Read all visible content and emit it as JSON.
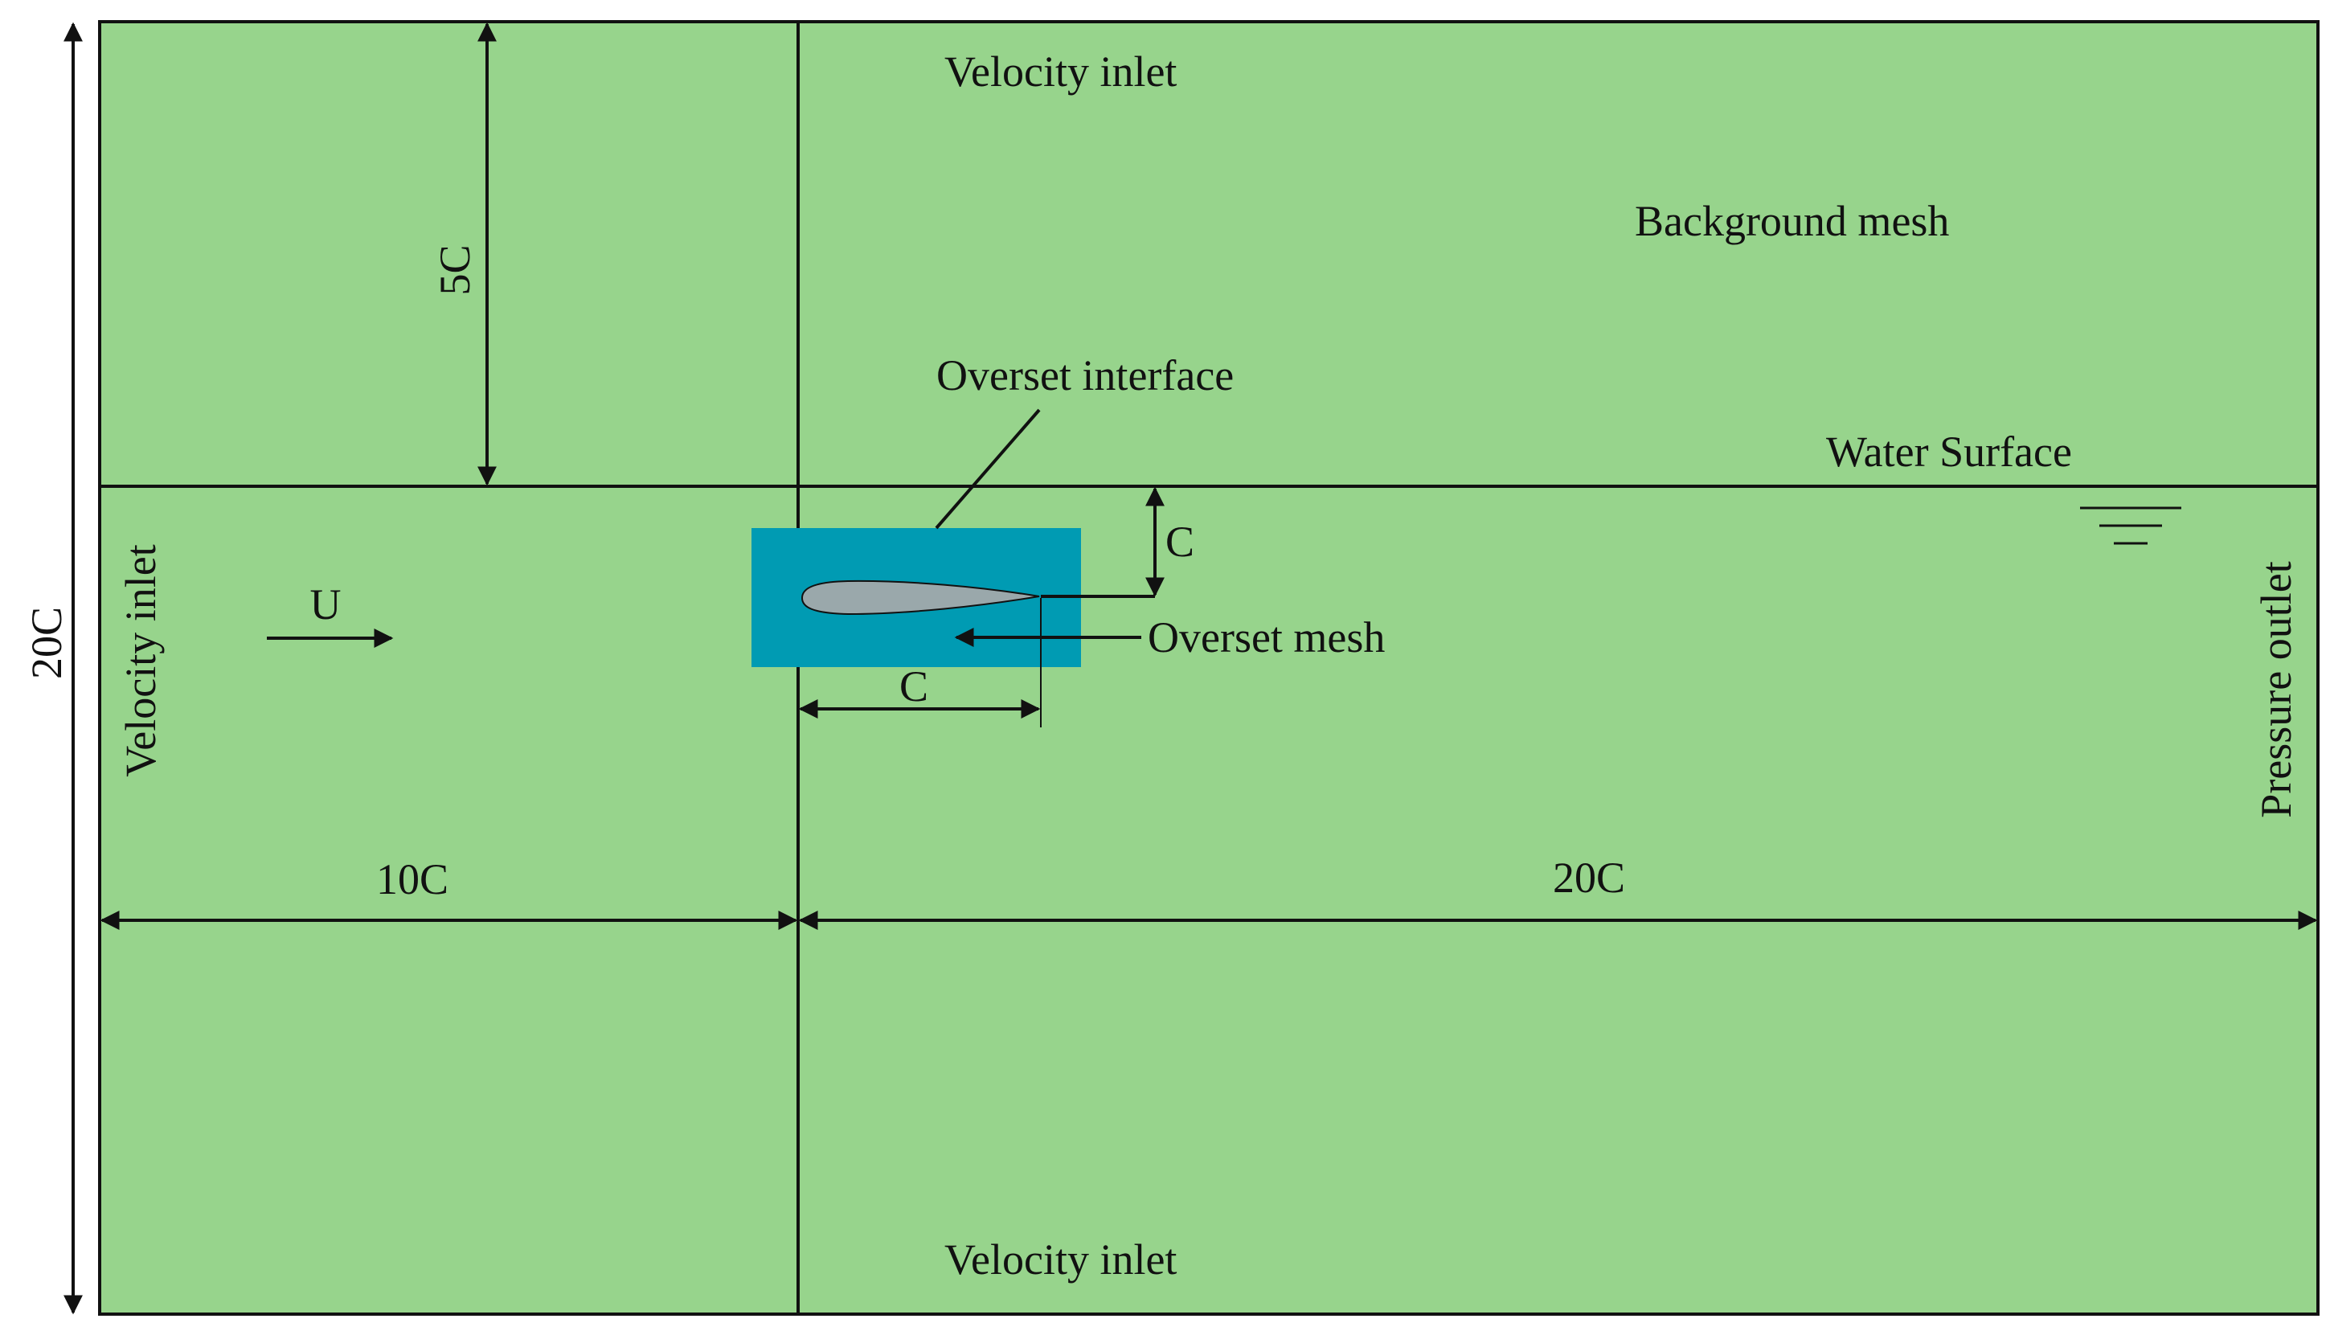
{
  "labels": {
    "top_boundary": "Velocity inlet",
    "bottom_boundary": "Velocity inlet",
    "left_boundary": "Velocity inlet",
    "right_boundary": "Pressure outlet",
    "background_mesh": "Background mesh",
    "overset_interface": "Overset interface",
    "water_surface": "Water Surface",
    "overset_mesh": "Overset mesh",
    "flow_velocity": "U"
  },
  "dimensions": {
    "domain_height": "20C",
    "surface_depth": "5C",
    "upstream_length": "10C",
    "downstream_length": "20C",
    "submergence": "C",
    "chord": "C"
  },
  "colors": {
    "background_mesh": "#97d48c",
    "overset_mesh": "#009bb3",
    "hydrofoil": "#9aa8ab",
    "line": "#111111"
  }
}
